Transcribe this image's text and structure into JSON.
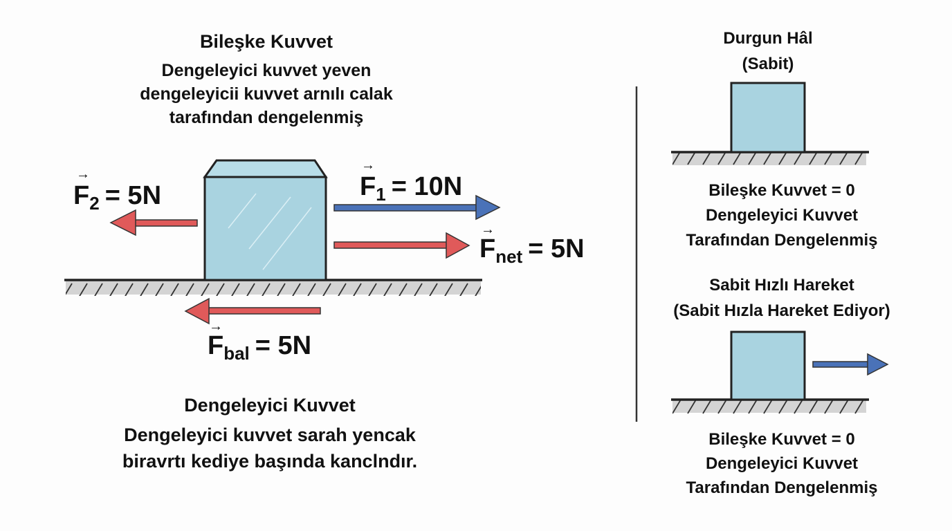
{
  "left_panel": {
    "title": "Bileşke Kuvvet",
    "subtitle_lines": [
      "Dengeleyici kuvvet yeven",
      "dengeleyicii kuvvet arnılı calak",
      "tarafından dengelenmiş"
    ],
    "forces": {
      "f2": {
        "symbol": "F",
        "subscript": "2",
        "value": "= 5N",
        "direction": "left",
        "color": "#e05a5a"
      },
      "f1": {
        "symbol": "F",
        "subscript": "1",
        "value": "= 10N",
        "direction": "right",
        "color": "#4a72b8"
      },
      "fnet": {
        "symbol": "F",
        "subscript": "net",
        "value": "= 5N",
        "direction": "right",
        "color": "#e05a5a"
      },
      "fbal": {
        "symbol": "F",
        "subscript": "bal",
        "value": "= 5N",
        "direction": "left",
        "color": "#e05a5a"
      }
    },
    "caption_lines": [
      "Dengeleyici Kuvvet",
      "Dengeleyici kuvvet sarah yencak",
      "biravrtı kediye başında kanclndır."
    ]
  },
  "right_panel": {
    "rest": {
      "title_lines": [
        "Durgun Hâl",
        "(Sabit)"
      ],
      "caption_lines": [
        "Bileşke Kuvvet = 0",
        "Dengeleyici Kuvvet",
        "Tarafından Dengelenmiş"
      ]
    },
    "motion": {
      "title_lines": [
        "Sabit Hızlı Hareket",
        "(Sabit Hızla Hareket Ediyor)"
      ],
      "caption_lines": [
        "Bileşke Kuvvet = 0",
        "Dengeleyici Kuvvet",
        "Tarafından Dengelenmiş"
      ],
      "arrow_color": "#4a72b8"
    }
  },
  "colors": {
    "block": "#a9d3e0",
    "red_arrow": "#e05a5a",
    "blue_arrow": "#4a72b8"
  }
}
